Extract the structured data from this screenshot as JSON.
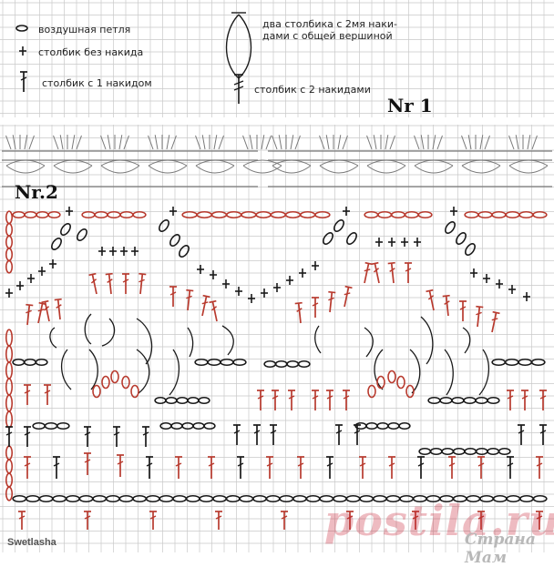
{
  "legend": {
    "chain": "воздушная петля",
    "sc": "столбик без накида",
    "dc": "столбик с 1 накидом",
    "dc2tog": "два столбика с 2мя наки-\nдами с общей вершиной",
    "tc": "столбик с 2 накидами"
  },
  "labels": {
    "nr1": "Nr 1",
    "nr2": "Nr.2"
  },
  "author": "Swetlasha",
  "watermark": {
    "brand": "postila.ru",
    "site": "Страна Мам"
  },
  "colors": {
    "grid": "#c9c9c9",
    "ink": "#1a1a1a",
    "accent_red": "#b83a2e",
    "band": "#7a7a7a"
  }
}
